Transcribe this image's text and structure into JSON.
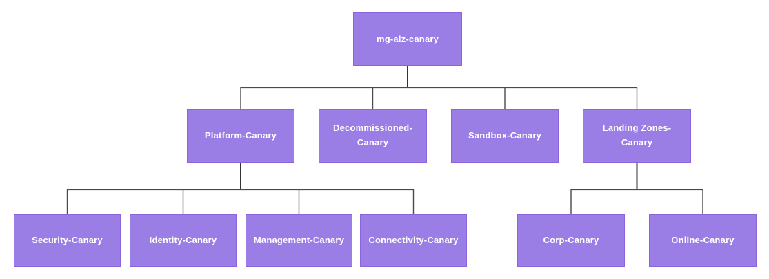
{
  "diagram": {
    "type": "org-tree",
    "background": "#ffffff"
  },
  "colors": {
    "node_fill": "#9b7de6",
    "node_border": "#8c64dc",
    "node_text": "#ffffff",
    "connector": "#4a4a4a",
    "connector_dark": "#333333",
    "background": "#ffffff"
  },
  "tree": {
    "root": {
      "label": "mg-alz-canary",
      "children": [
        {
          "label": "Platform-Canary",
          "children": [
            {
              "label": "Security-Canary"
            },
            {
              "label": "Identity-Canary"
            },
            {
              "label": "Management-Canary"
            },
            {
              "label": "Connectivity-Canary"
            }
          ]
        },
        {
          "label": "Decommissioned-Canary",
          "children": []
        },
        {
          "label": "Sandbox-Canary",
          "children": []
        },
        {
          "label": "Landing Zones-Canary",
          "children": [
            {
              "label": "Corp-Canary"
            },
            {
              "label": "Online-Canary"
            }
          ]
        }
      ]
    }
  }
}
